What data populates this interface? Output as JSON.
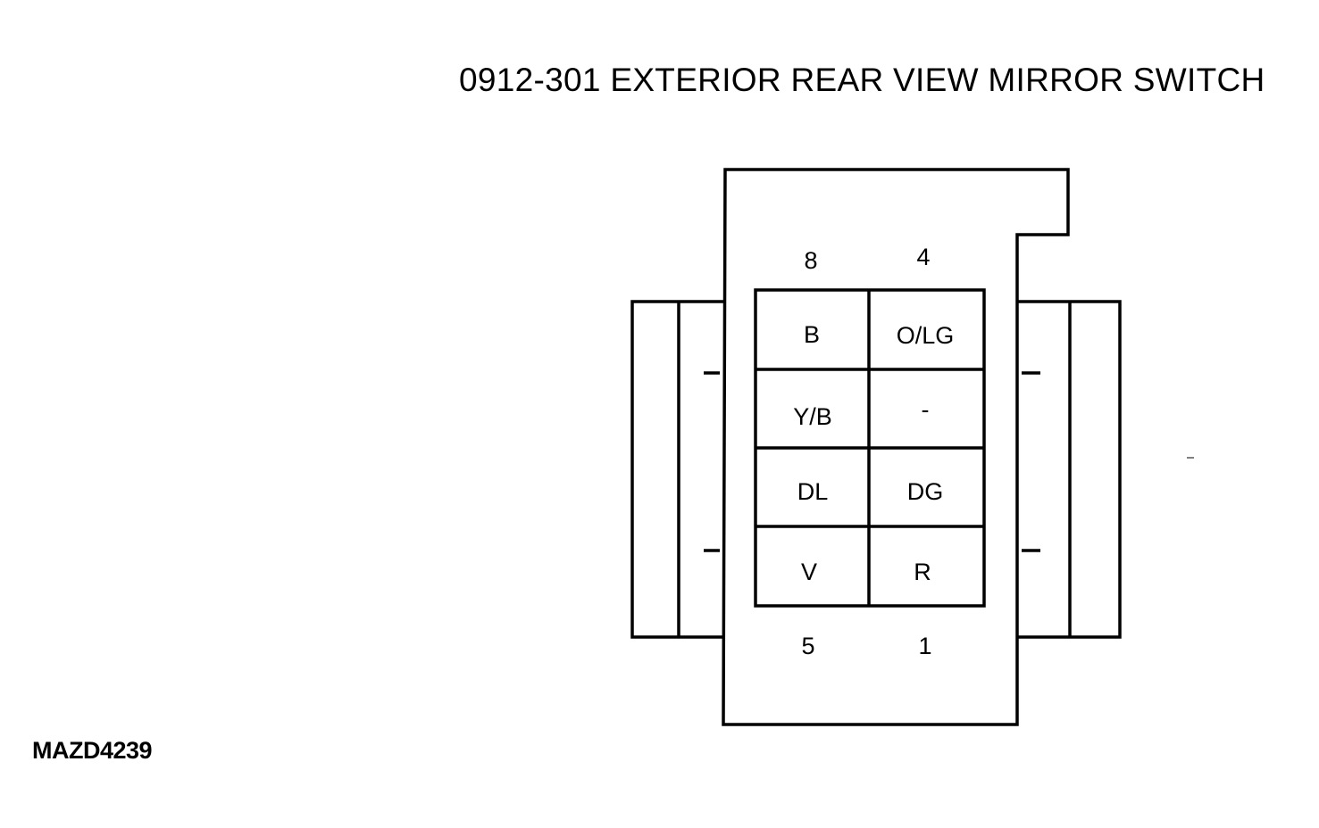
{
  "title": "0912-301 EXTERIOR REAR VIEW MIRROR SWITCH",
  "figure_code": "MAZD4239",
  "connector": {
    "pin_numbers": {
      "top_left": "8",
      "top_right": "4",
      "bottom_left": "5",
      "bottom_right": "1"
    },
    "cavities": [
      {
        "row": 1,
        "column": "left",
        "wire_color": "B"
      },
      {
        "row": 1,
        "column": "right",
        "wire_color": "O/LG"
      },
      {
        "row": 2,
        "column": "left",
        "wire_color": "Y/B"
      },
      {
        "row": 2,
        "column": "right",
        "wire_color": "-"
      },
      {
        "row": 3,
        "column": "left",
        "wire_color": "DL"
      },
      {
        "row": 3,
        "column": "right",
        "wire_color": "DG"
      },
      {
        "row": 4,
        "column": "left",
        "wire_color": "V"
      },
      {
        "row": 4,
        "column": "right",
        "wire_color": "R"
      }
    ]
  }
}
